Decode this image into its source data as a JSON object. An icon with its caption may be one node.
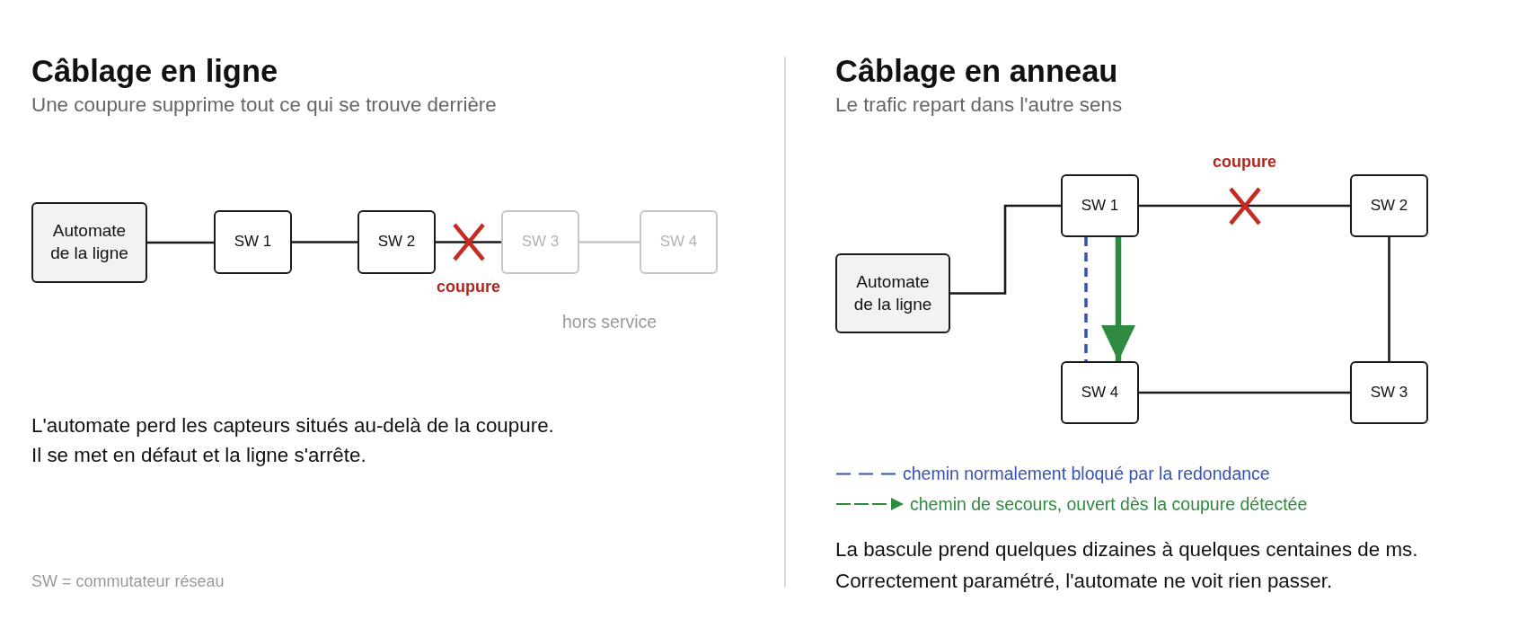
{
  "diagram": {
    "nodes": [
      {
        "text": [
          "Automate de la ligne"
        ]
      },
      {
        "text": [
          "SW 1"
        ]
      },
      {
        "text": [
          "SW 2"
        ]
      },
      {
        "text": [
          "SW 3"
        ]
      },
      {
        "text": [
          "SW 4"
        ]
      },
      {
        "text": [
          "Automate de la ligne"
        ]
      },
      {
        "text": [
          "SW 1"
        ]
      },
      {
        "text": [
          "SW 2"
        ]
      },
      {
        "text": [
          "SW 4"
        ]
      },
      {
        "text": [
          "SW 3"
        ]
      }
    ],
    "edges": [
      {
        "from": 0,
        "to": 1,
        "arrow": "none"
      },
      {
        "from": 1,
        "to": 2,
        "arrow": "none"
      },
      {
        "from": 2,
        "to": 3,
        "arrow": "none",
        "label": "coupure"
      },
      {
        "from": 3,
        "to": 4,
        "arrow": "none",
        "color": "#c4c4c4"
      },
      {
        "from": 5,
        "to": 6,
        "arrow": "none"
      },
      {
        "from": 6,
        "to": 7,
        "arrow": "none",
        "label": "coupure"
      },
      {
        "from": 7,
        "to": 9,
        "arrow": "none"
      },
      {
        "from": 9,
        "to": 8,
        "arrow": "none"
      },
      {
        "from": 6,
        "to": 8,
        "arrow": "none",
        "style": "dashed",
        "color": "#3552b8"
      },
      {
        "from": 6,
        "to": 8,
        "arrow": "to",
        "style": "thick",
        "color": "#2e8b3f"
      }
    ],
    "labels": [
      "Câblage en ligne",
      "Une coupure supprime tout ce qui se trouve derrière",
      "hors service",
      "L'automate perd les capteurs situés au-delà de la coupure.",
      "Il se met en défaut et la ligne s'arrête.",
      "SW = commutateur réseau",
      "Câblage en anneau",
      "Le trafic repart dans l'autre sens",
      "La bascule prend quelques dizaines à quelques centaines de ms.",
      "Correctement paramétré, l'automate ne voit rien passer."
    ],
    "legend": [
      {
        "text": "chemin normalement bloqué par la redondance"
      },
      {
        "text": "chemin de secours, ouvert dès la coupure détectée"
      }
    ]
  }
}
